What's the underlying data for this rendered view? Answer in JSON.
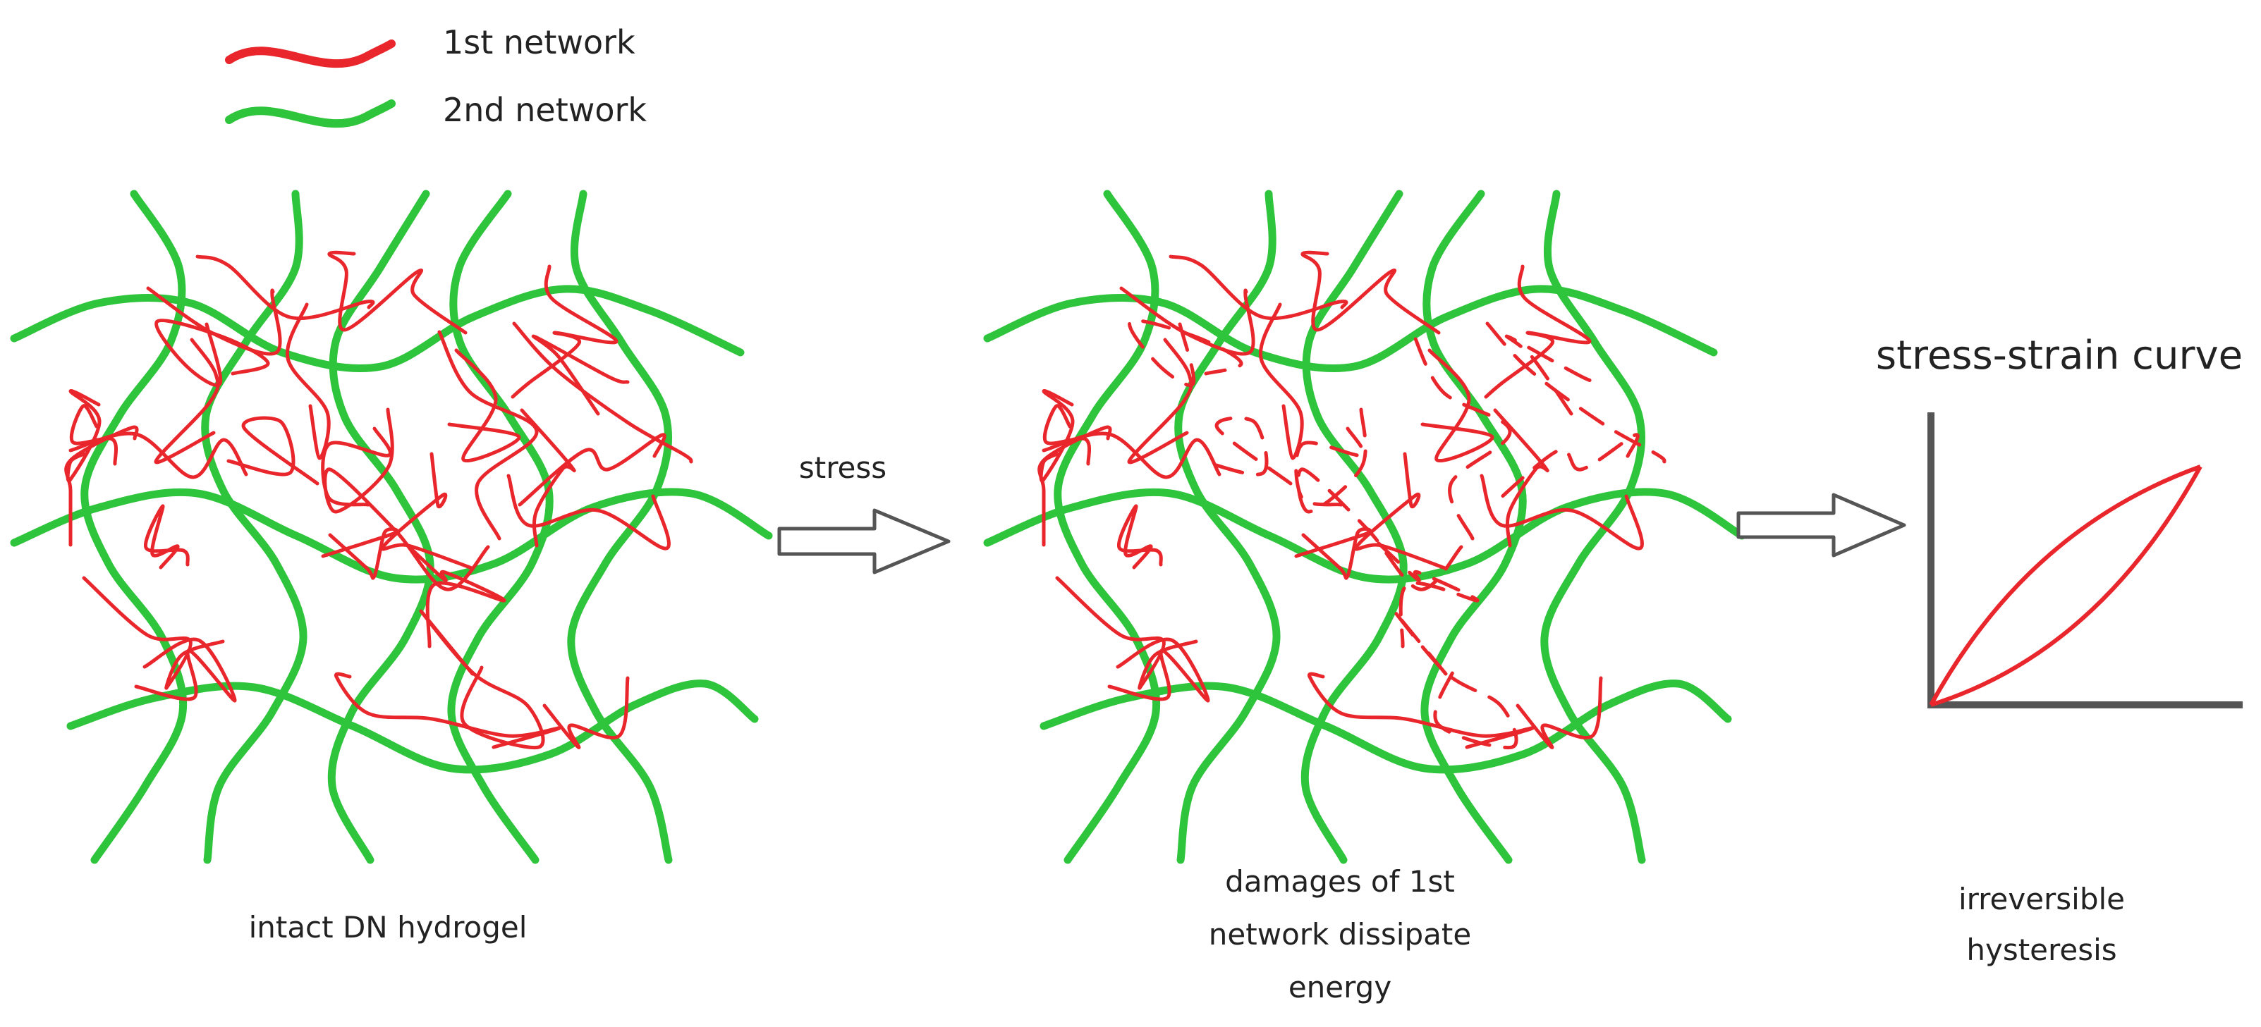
{
  "legend": {
    "items": [
      {
        "label": "1st network",
        "color": "#e8262b"
      },
      {
        "label": "2nd network",
        "color": "#2ec43c"
      }
    ]
  },
  "stages": {
    "intact": {
      "caption": "intact DN hydrogel"
    },
    "arrow1": {
      "label": "stress"
    },
    "damaged": {
      "caption_lines": [
        "damages of 1st",
        "network dissipate",
        "energy"
      ]
    },
    "result": {
      "caption_lines": [
        "irreversible",
        "hysteresis"
      ]
    }
  },
  "chart_data": {
    "type": "line",
    "title": "stress-strain curve",
    "xlabel": "",
    "ylabel": "",
    "series": [
      {
        "role": "loading",
        "style": "concave-up",
        "points": [
          [
            0,
            0
          ],
          [
            1,
            1
          ]
        ]
      },
      {
        "role": "unloading",
        "style": "concave-down",
        "points": [
          [
            1,
            1
          ],
          [
            0,
            0
          ]
        ]
      }
    ],
    "grid": false
  },
  "colors": {
    "first_network": "#e8262b",
    "second_network": "#2ec43c",
    "axis": "#555555",
    "arrow_stroke": "#555555"
  }
}
